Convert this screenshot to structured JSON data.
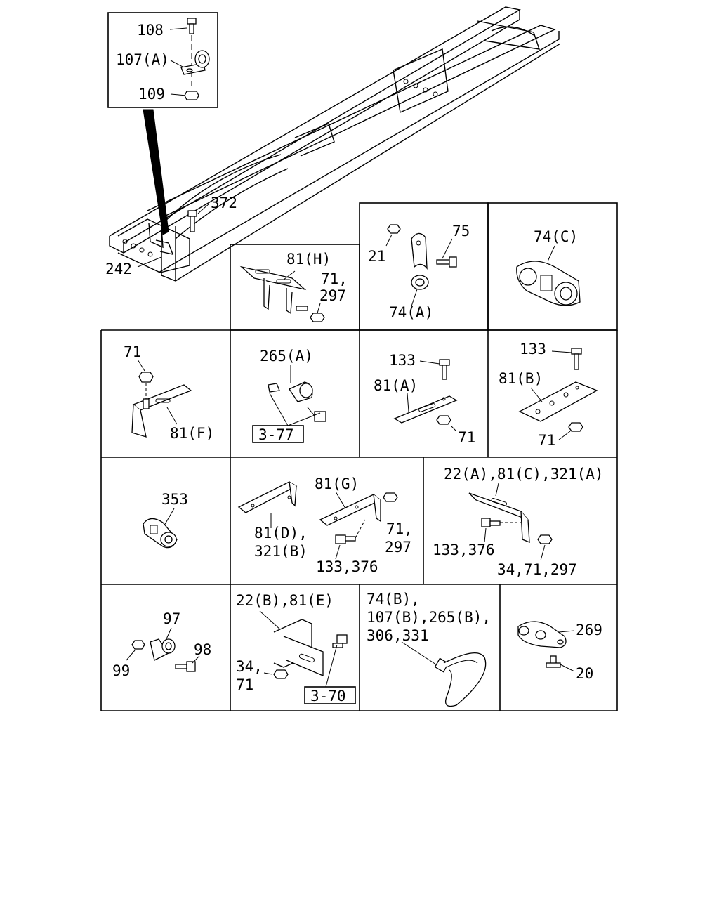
{
  "detail_box": {
    "labels": [
      "108",
      "107(A)",
      "109"
    ]
  },
  "frame": {
    "labels": [
      "372",
      "242"
    ]
  },
  "cells": [
    {
      "labels": [
        "81(H)",
        "71,",
        "297"
      ]
    },
    {
      "labels": [
        "21",
        "75",
        "74(A)"
      ]
    },
    {
      "labels": [
        "74(C)"
      ]
    },
    {
      "labels": [
        "71",
        "81(F)"
      ]
    },
    {
      "labels": [
        "265(A)"
      ],
      "ref_box": "3-77"
    },
    {
      "labels": [
        "133",
        "81(A)",
        "71"
      ]
    },
    {
      "labels": [
        "133",
        "81(B)",
        "71"
      ]
    },
    {
      "labels": [
        "353"
      ]
    },
    {
      "labels": [
        "81(G)",
        "71,",
        "297",
        "81(D),",
        "321(B)",
        "133,376"
      ]
    },
    {
      "labels": [
        "22(A),81(C),321(A)",
        "133,376",
        "34,71,297"
      ]
    },
    {
      "labels": [
        "97",
        "98",
        "99"
      ]
    },
    {
      "labels": [
        "22(B),81(E)",
        "34,",
        "71"
      ],
      "ref_box": "3-70"
    },
    {
      "labels": [
        "74(B),",
        "107(B),265(B),",
        "306,331"
      ]
    },
    {
      "labels": [
        "269",
        "20"
      ]
    }
  ]
}
